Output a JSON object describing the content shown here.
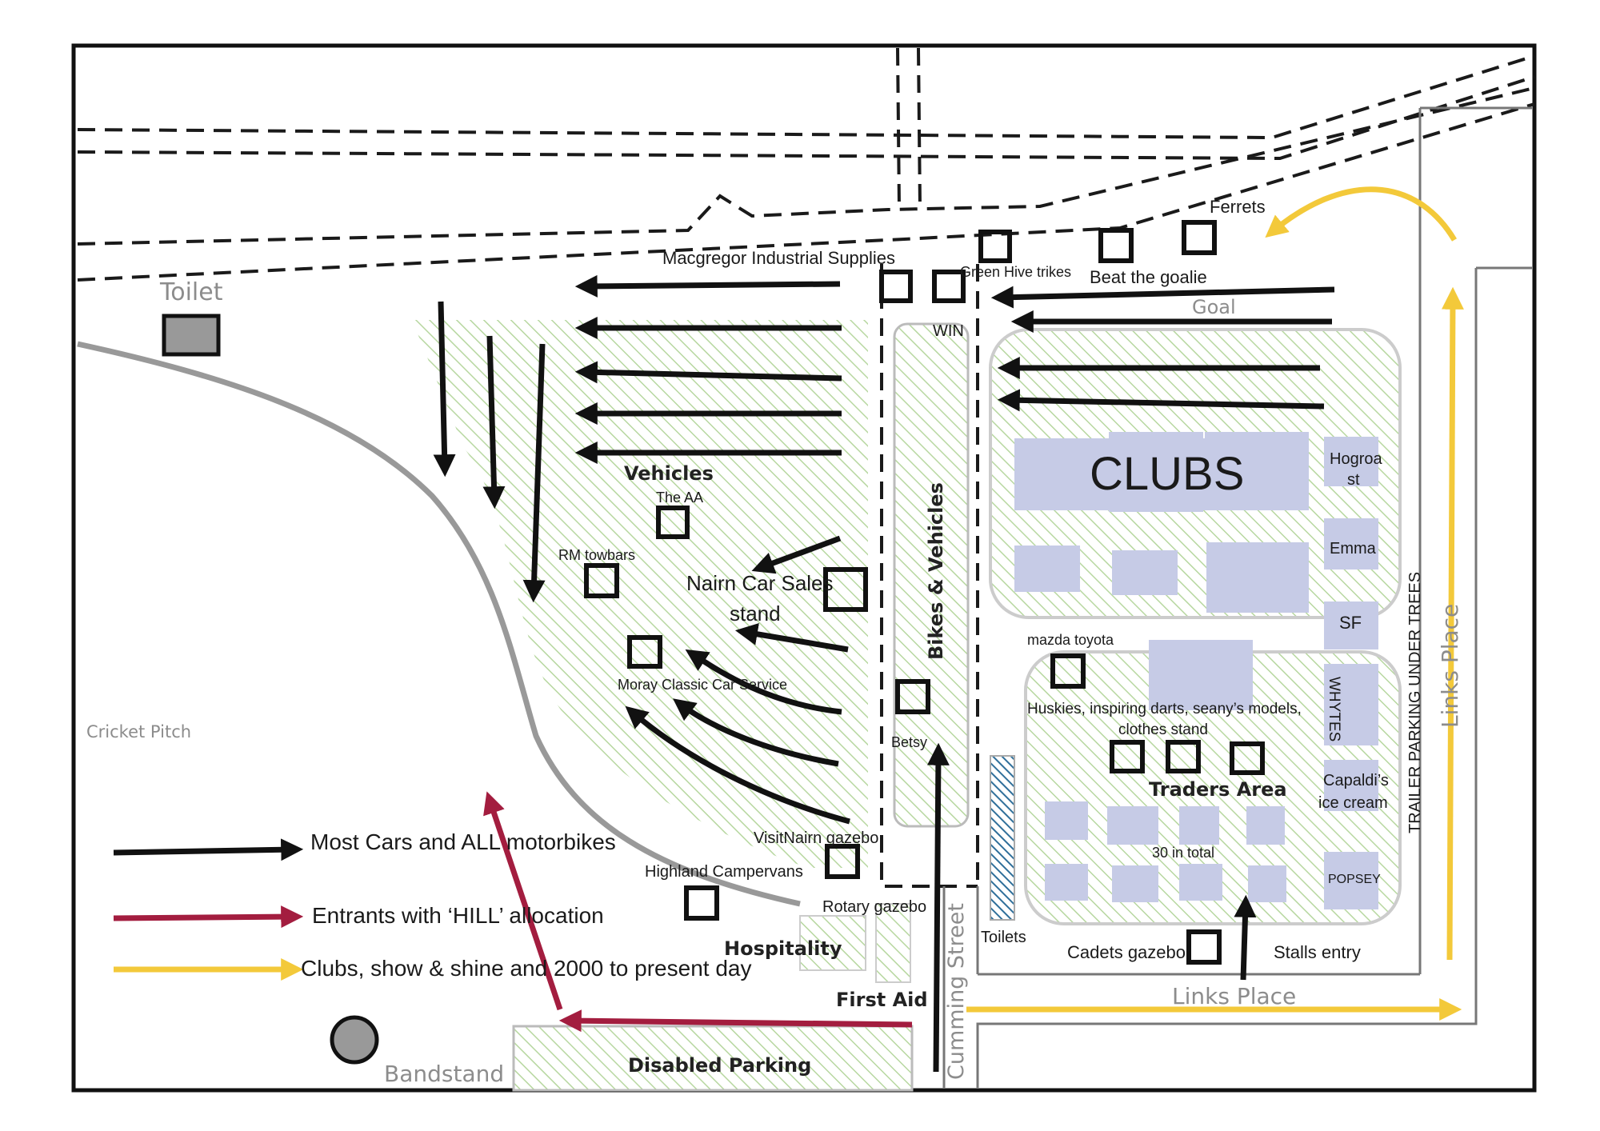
{
  "landmarks": {
    "toilet": "Toilet",
    "cricket_pitch": "Cricket Pitch",
    "bandstand": "Bandstand",
    "links_place": "Links Place",
    "links_place_vertical": "Links Place",
    "cumming_street": "Cumming Street",
    "goal": "Goal"
  },
  "zones": {
    "vehicles": "Vehicles",
    "bikes_vehicles": "Bikes & Vehicles",
    "clubs": "CLUBS",
    "traders_area": "Traders Area",
    "traders_count": "30 in total",
    "hospitality": "Hospitality",
    "first_aid": "First Aid",
    "disabled_parking": "Disabled Parking",
    "trailer_parking": "TRAILER PARKING UNDER TREES",
    "stalls_entry": "Stalls entry",
    "toilets": "Toilets"
  },
  "stands": {
    "macgregor": "Macgregor Industrial Supplies",
    "green_hive": "Green Hive trikes",
    "beat_goalie": "Beat the goalie",
    "ferrets": "Ferrets",
    "win": "WIN",
    "the_aa": "The AA",
    "rm_towbars": "RM towbars",
    "nairn_car_sales_1": "Nairn Car Sales",
    "nairn_car_sales_2": "stand",
    "moray_classic": "Moray Classic Car Service",
    "betsy": "Betsy",
    "visitnairn": "VisitNairn gazebo",
    "highland_campervans": "Highland Campervans",
    "rotary": "Rotary gazebo",
    "mazda_toyota": "mazda toyota",
    "huskies_1": "Huskies, inspiring darts,  seany’s models,",
    "huskies_2": "clothes stand",
    "cadets": "Cadets gazebo",
    "hogroast_1": "Hogroa",
    "hogroast_2": "st",
    "emma": "Emma",
    "sf": "SF",
    "whytes": "WHYTES",
    "capaldis_1": "Capaldi’s",
    "capaldis_2": "ice cream",
    "popsey": "POPSEY"
  },
  "legend": {
    "items": [
      {
        "label": "Most Cars  and ALL motorbikes",
        "color": "#111111"
      },
      {
        "label": "Entrants with ‘HILL’ allocation",
        "color": "#a31d3f"
      },
      {
        "label": "Clubs, show & shine and 2000 to present day",
        "color": "#f3c93a"
      }
    ]
  },
  "colors": {
    "hatch_green": "#b7d7a0",
    "stand_blue": "#c6cbe6",
    "hill_arrow": "#a31d3f",
    "clubs_arrow": "#f3c93a",
    "cars_arrow": "#111111",
    "toilets_hatch": "#2f6f9a"
  }
}
